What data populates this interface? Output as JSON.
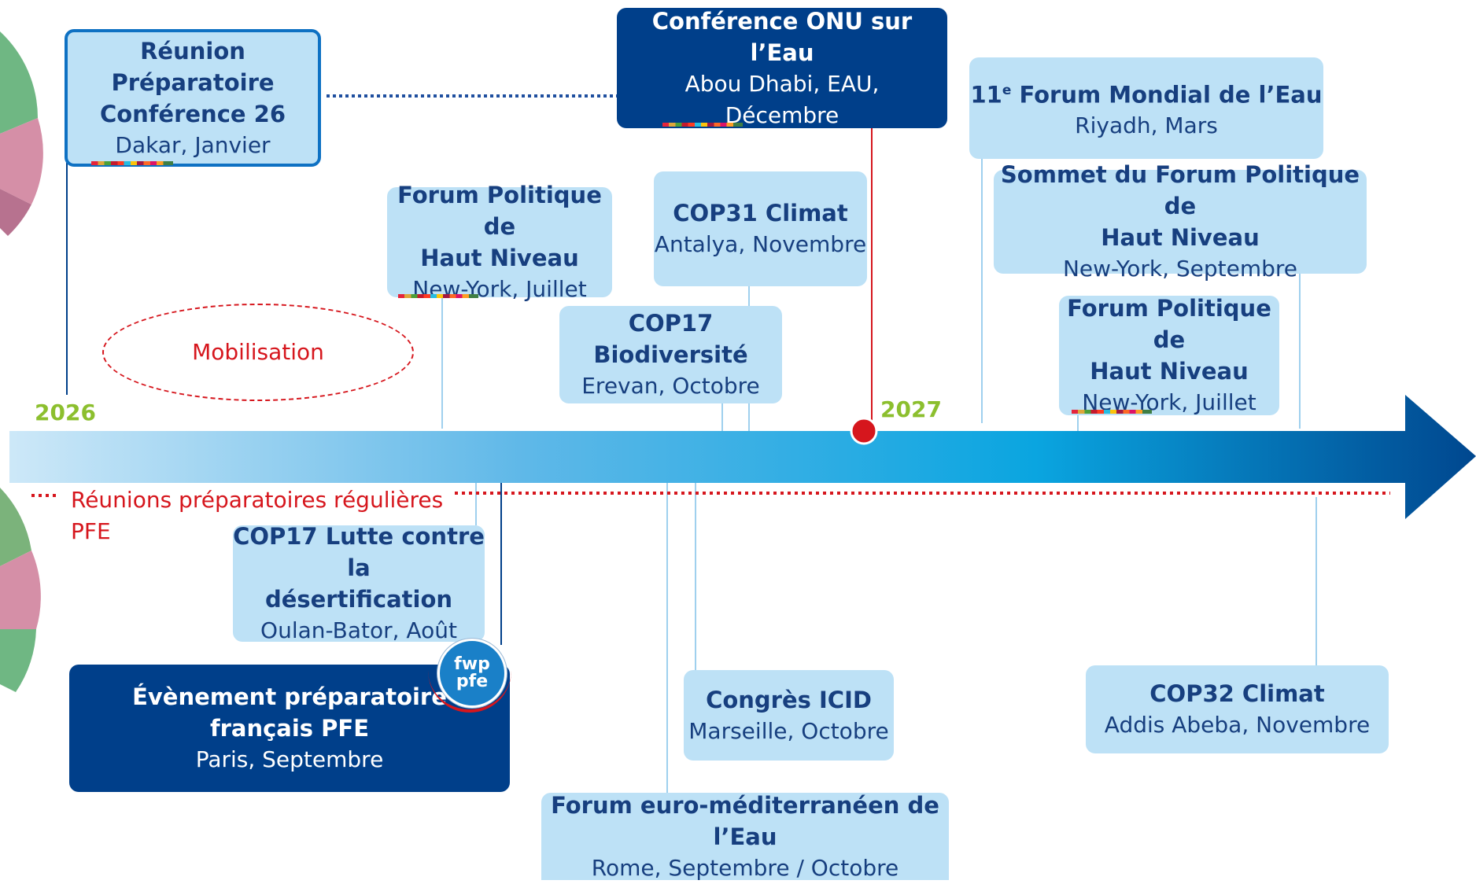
{
  "years": {
    "start": "2026",
    "mid": "2027"
  },
  "mobilisation": "Mobilisation",
  "reunions_regulieres": {
    "line1": "Réunions préparatoires régulières",
    "line2": "PFE"
  },
  "logo_text": {
    "line1": "fwp",
    "line2": "pfe"
  },
  "events": {
    "dakar": {
      "title_lines": [
        "Réunion",
        "Préparatoire",
        "Conférence 26"
      ],
      "sub": "Dakar, Janvier"
    },
    "onu": {
      "title": "Conférence ONU sur l’Eau",
      "sub1": "Abou Dhabi, EAU,",
      "sub2": "Décembre"
    },
    "forum11": {
      "title_num": "11",
      "title_sup": "e",
      "title_rest": " Forum Mondial de l’Eau",
      "sub": "Riyadh, Mars"
    },
    "fphn_2026": {
      "title1": "Forum Politique de",
      "title2": "Haut Niveau",
      "sub": "New-York, Juillet"
    },
    "cop31": {
      "title": "COP31 Climat",
      "sub": "Antalya, Novembre"
    },
    "sommet": {
      "title1": "Sommet du Forum Politique de",
      "title2": "Haut Niveau",
      "sub": "New-York, Septembre"
    },
    "cop17bio": {
      "title": "COP17 Biodiversité",
      "sub": "Erevan, Octobre"
    },
    "fphn_2027": {
      "title1": "Forum Politique de",
      "title2": "Haut Niveau",
      "sub": "New-York, Juillet"
    },
    "cop17desert": {
      "title1": "COP17 Lutte contre la",
      "title2": "désertification",
      "sub": "Oulan-Bator, Août"
    },
    "pfe_event": {
      "title1": "Évènement préparatoire",
      "title2": "français PFE",
      "sub": "Paris, Septembre"
    },
    "icid": {
      "title": "Congrès ICID",
      "sub": "Marseille, Octobre"
    },
    "cop32": {
      "title": "COP32 Climat",
      "sub": "Addis Abeba, Novembre"
    },
    "euromed": {
      "title": "Forum euro-méditerranéen de l’Eau",
      "sub": "Rome, Septembre / Octobre"
    }
  },
  "colors": {
    "arrow_start": "#cde8f8",
    "arrow_mid": "#0aa5e0",
    "arrow_end": "#00478f",
    "dark_box": "#003f8a",
    "light_box": "#bde1f6",
    "red": "#d6161d",
    "year_green": "#8cbf2e"
  }
}
